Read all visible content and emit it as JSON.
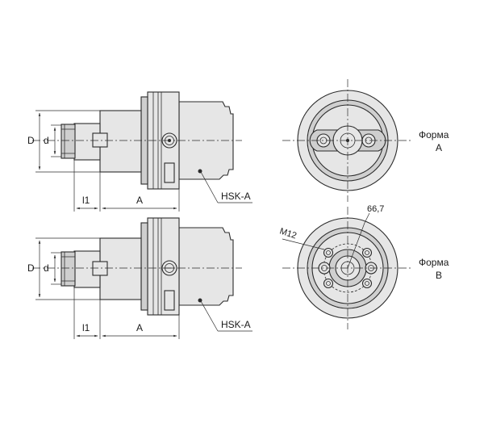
{
  "labels": {
    "D": "D",
    "d": "d",
    "l1": "l1",
    "A": "A",
    "hsk": "HSK-A",
    "m12": "M12",
    "angle": "66,7",
    "form_word": "Форма",
    "form_a": "A",
    "form_b": "B"
  },
  "colors": {
    "body": "#e6e6e6",
    "shade": "#cfcfcf",
    "line": "#2b2b2b"
  }
}
